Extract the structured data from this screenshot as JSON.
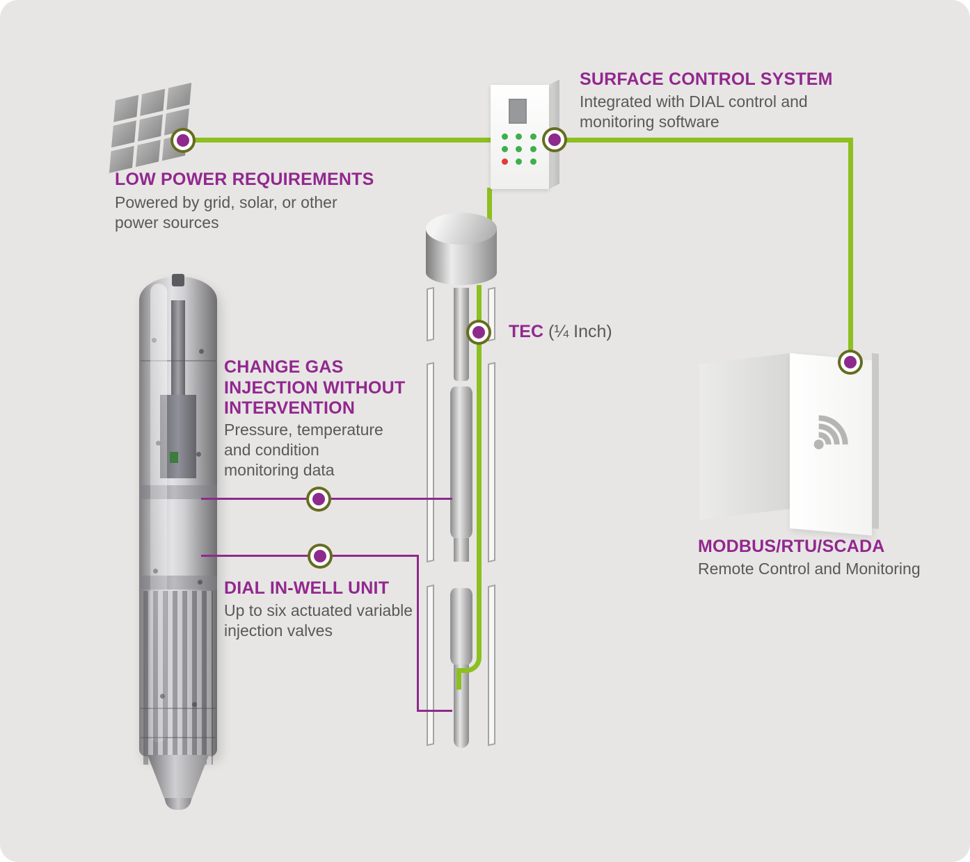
{
  "colors": {
    "background": "#e7e6e4",
    "accent_purple": "#92278f",
    "accent_green": "#8dbf21",
    "dot_ring_olive": "#666c1e",
    "body_text": "#58585a",
    "metal_gray": "#cfcfd2",
    "led_green": "#3fae4c",
    "led_red": "#e23b3b"
  },
  "annotations": {
    "surface_control": {
      "title": "SURFACE CONTROL SYSTEM",
      "body": "Integrated with DIAL control and monitoring software"
    },
    "low_power": {
      "title": "LOW POWER REQUIREMENTS",
      "body": "Powered by grid, solar, or other power sources"
    },
    "tec": {
      "title": "TEC",
      "detail": "(¼ Inch)"
    },
    "change_gas": {
      "title": "CHANGE GAS INJECTION WITHOUT INTERVENTION",
      "body": "Pressure, temperature and condition monitoring data"
    },
    "dial_unit": {
      "title": "DIAL IN-WELL UNIT",
      "body": "Up to six actuated variable injection valves"
    },
    "modbus": {
      "title": "MODBUS/RTU/SCADA",
      "body": "Remote Control and Monitoring"
    }
  },
  "icons": {
    "solar_panel": "solar-panel-icon",
    "control_unit": "surface-control-unit-icon",
    "wellhead": "wellhead-icon",
    "tubing": "tubing-string-icon",
    "dial_tool": "dial-in-well-tool-icon",
    "wifi": "wifi-signal-icon",
    "connector": "connector-dot"
  }
}
